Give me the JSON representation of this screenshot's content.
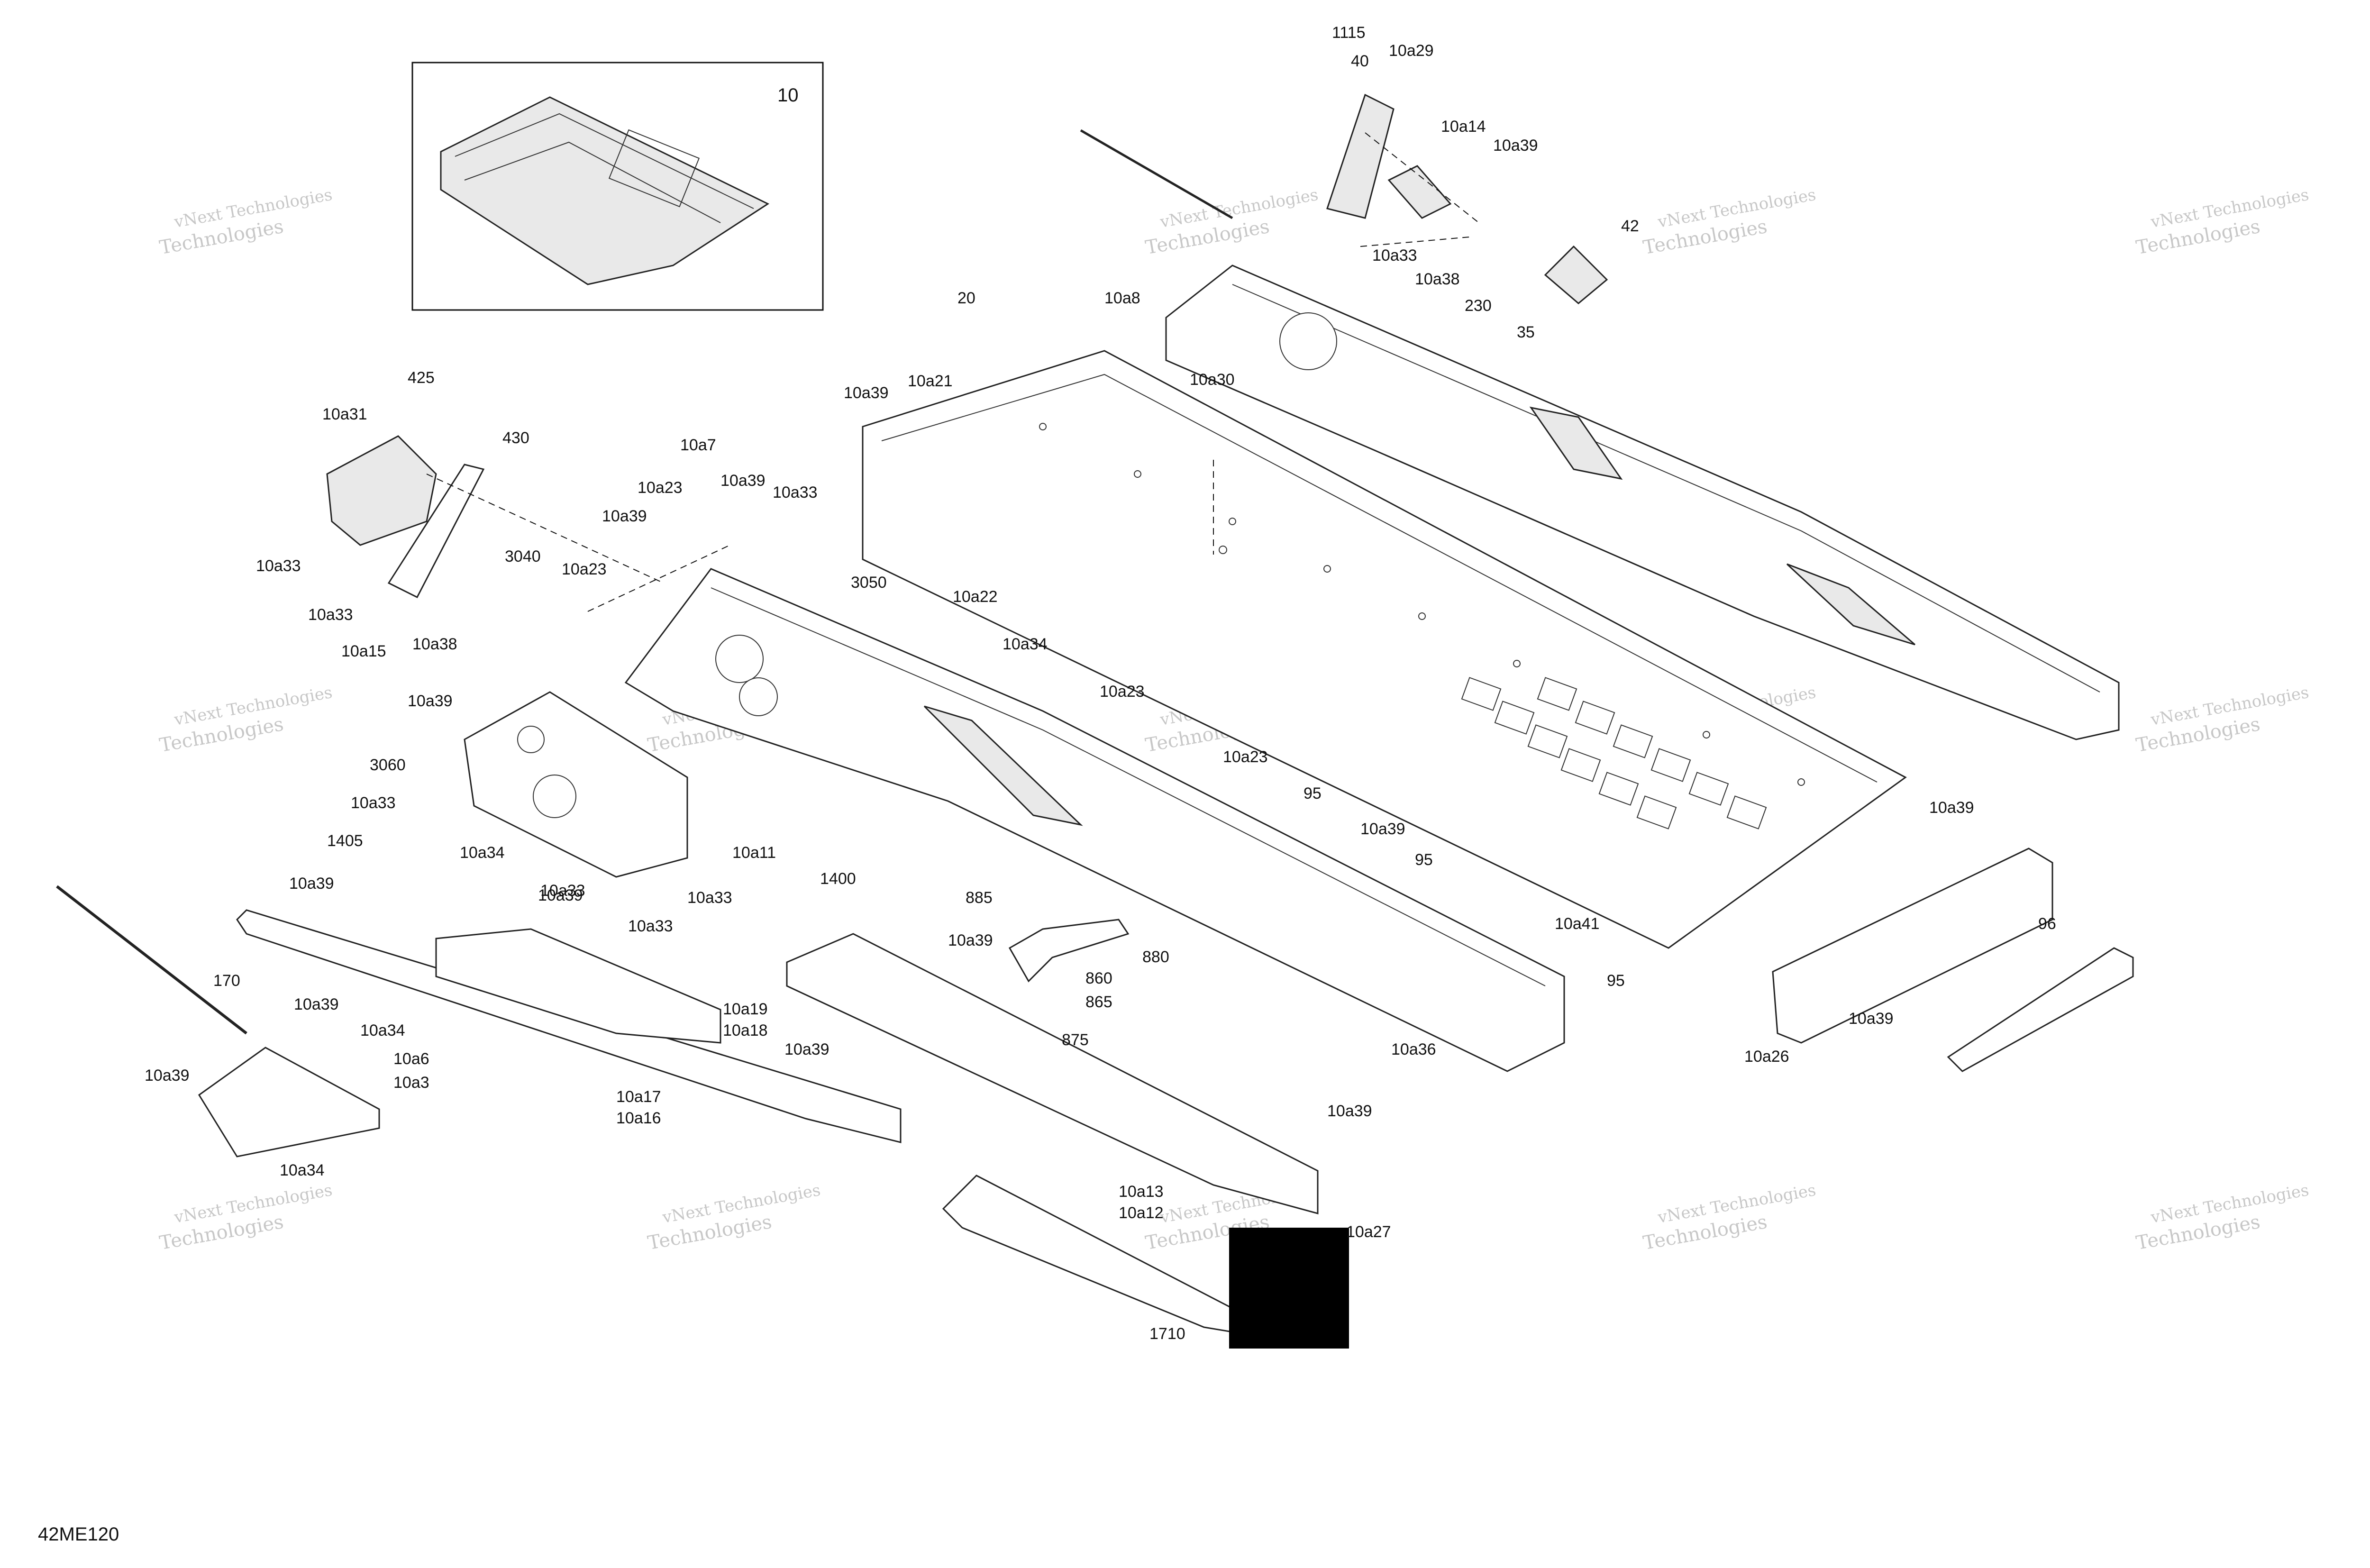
{
  "diagram": {
    "figure_code": "42ME120",
    "inset_label": "10",
    "watermark": {
      "line1": "vNext",
      "line2": "Technologies",
      "full": "vNext Technologies"
    },
    "callouts": [
      "1115",
      "40",
      "10a29",
      "10a14",
      "10a39",
      "10a33",
      "10a38",
      "42",
      "230",
      "35",
      "10a8",
      "20",
      "10a21",
      "10a39",
      "10a30",
      "425",
      "10a31",
      "430",
      "10a7",
      "10a23",
      "10a39",
      "10a33",
      "10a39",
      "3040",
      "10a23",
      "3050",
      "10a22",
      "10a33",
      "10a33",
      "10a15",
      "10a38",
      "10a34",
      "10a23",
      "10a39",
      "3060",
      "10a33",
      "1405",
      "10a34",
      "10a11",
      "10a23",
      "95",
      "10a39",
      "95",
      "1400",
      "10a39",
      "10a33",
      "10a39",
      "10a33",
      "10a33",
      "885",
      "10a39",
      "880",
      "860",
      "865",
      "875",
      "10a19",
      "10a18",
      "170",
      "10a39",
      "10a34",
      "10a6",
      "10a3",
      "10a39",
      "10a34",
      "10a39",
      "10a17",
      "10a16",
      "10a41",
      "95",
      "10a36",
      "10a39",
      "96",
      "10a39",
      "10a26",
      "10a39",
      "10a13",
      "10a12",
      "10a27",
      "1710"
    ]
  }
}
